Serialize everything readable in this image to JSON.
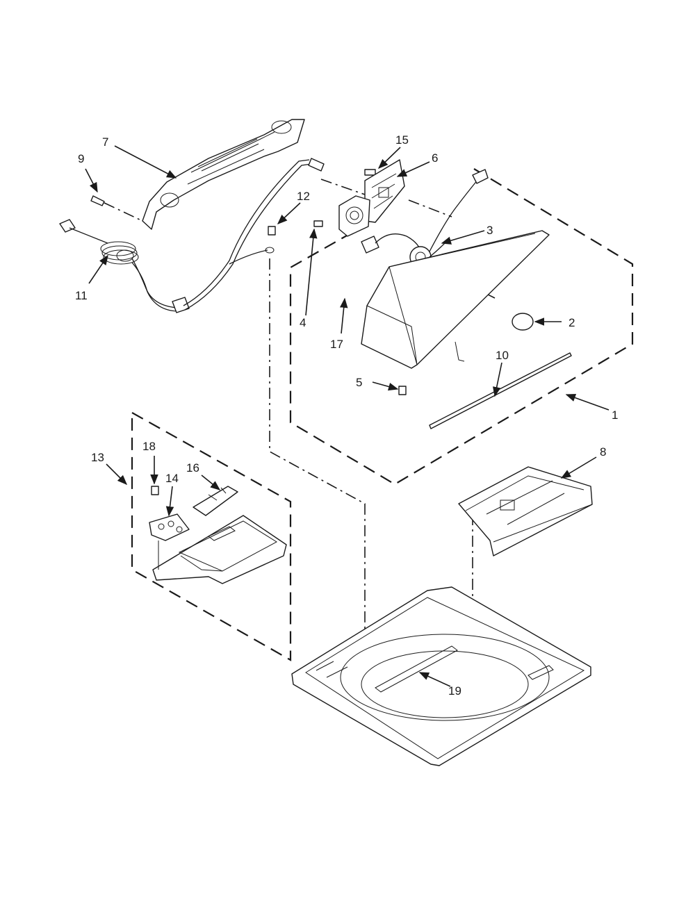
{
  "callouts": [
    {
      "id": "1",
      "label": "1"
    },
    {
      "id": "2",
      "label": "2"
    },
    {
      "id": "3",
      "label": "3"
    },
    {
      "id": "4",
      "label": "4"
    },
    {
      "id": "5",
      "label": "5"
    },
    {
      "id": "6",
      "label": "6"
    },
    {
      "id": "7",
      "label": "7"
    },
    {
      "id": "8",
      "label": "8"
    },
    {
      "id": "9",
      "label": "9"
    },
    {
      "id": "10",
      "label": "10"
    },
    {
      "id": "11",
      "label": "11"
    },
    {
      "id": "12",
      "label": "12"
    },
    {
      "id": "13",
      "label": "13"
    },
    {
      "id": "14",
      "label": "14"
    },
    {
      "id": "15",
      "label": "15"
    },
    {
      "id": "16",
      "label": "16"
    },
    {
      "id": "17",
      "label": "17"
    },
    {
      "id": "18",
      "label": "18"
    },
    {
      "id": "19",
      "label": "19"
    }
  ],
  "colors": {
    "ink": "#1a1a1a",
    "paper": "#ffffff"
  }
}
